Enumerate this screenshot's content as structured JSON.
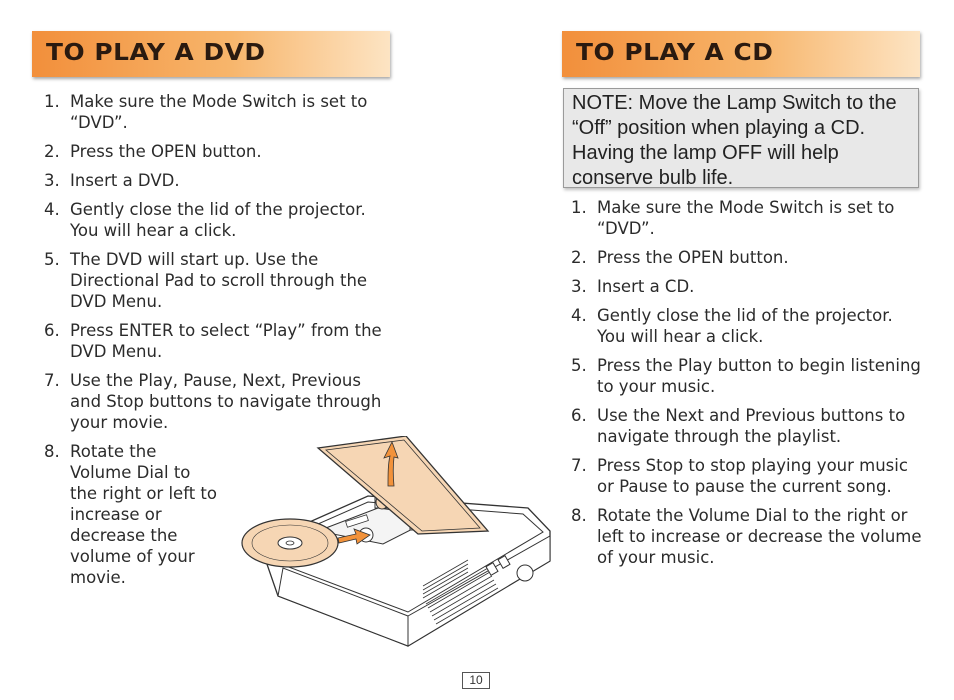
{
  "left": {
    "title": "TO PLAY A DVD",
    "steps": [
      {
        "num": "1.",
        "text": "Make sure the Mode Switch is set to “DVD”."
      },
      {
        "num": "2.",
        "text": "Press the OPEN button."
      },
      {
        "num": "3.",
        "text": "Insert a DVD."
      },
      {
        "num": "4.",
        "text": "Gently close the lid of the projector. You will hear a click."
      },
      {
        "num": "5.",
        "text": "The DVD will start up. Use the Directional Pad to scroll through the DVD Menu."
      },
      {
        "num": "6.",
        "text": "Press ENTER to select “Play” from the DVD Menu."
      },
      {
        "num": "7.",
        "text": "Use the Play, Pause, Next, Previous and Stop buttons to navigate through your movie."
      },
      {
        "num": "8.",
        "text": "Rotate the Volume Dial to the right or left to increase or decrease the volume of your movie."
      }
    ]
  },
  "right": {
    "title": "TO PLAY A CD",
    "note": "NOTE:  Move the Lamp Switch to the “Off” position when playing a CD. Having the lamp OFF will help conserve bulb life.",
    "steps": [
      {
        "num": "1.",
        "text": "Make sure the Mode Switch is set to “DVD”."
      },
      {
        "num": "2.",
        "text": "Press the OPEN button."
      },
      {
        "num": "3.",
        "text": "Insert a CD."
      },
      {
        "num": "4.",
        "text": "Gently close the lid of the projector. You will hear a click."
      },
      {
        "num": "5.",
        "text": "Press the Play button to begin listening to your music."
      },
      {
        "num": "6.",
        "text": "Use the Next and Previous buttons to navigate through the playlist."
      },
      {
        "num": "7.",
        "text": "Press Stop to stop playing your music or Pause to pause the current song."
      },
      {
        "num": "8.",
        "text": "Rotate the Volume Dial to the right or left to increase or decrease the volume of your music."
      }
    ]
  },
  "page_number": "10",
  "colors": {
    "banner_start": "#f28f3b",
    "banner_end": "#fde4c3",
    "lid": "#f6d6b4",
    "arrow": "#f2923a"
  }
}
